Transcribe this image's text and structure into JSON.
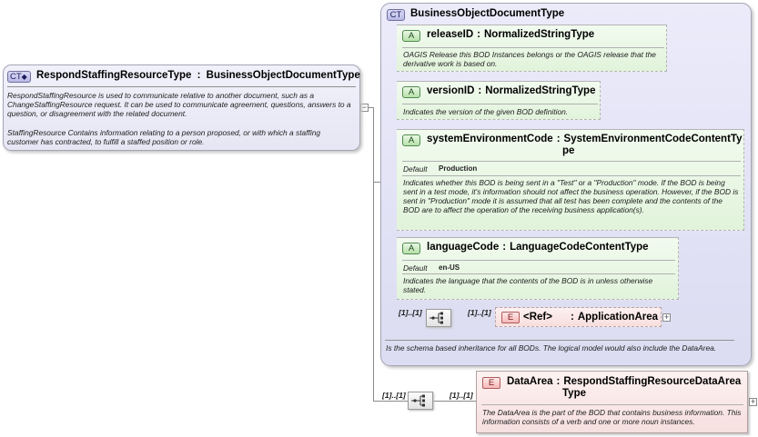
{
  "main_type": {
    "icon": "CT",
    "name": "RespondStaffingResourceType",
    "base": "BusinessObjectDocumentType",
    "doc1": "RespondStaffingResource is used to communicate relative to another document, such as a ChangeStaffingResource request. It can be used to communicate agreement, questions, answers to a question, or disagreement with the related document.",
    "doc2": "StaffingResource  Contains information relating to a person proposed, or with which a staffing customer has contracted, to fulfill a staffed position or role."
  },
  "base_type": {
    "icon": "CT",
    "name": "BusinessObjectDocumentType",
    "doc": "Is the schema based inheritance for all BODs. The logical model would also include the DataArea."
  },
  "attributes": [
    {
      "icon": "A",
      "name": "releaseID",
      "type": "NormalizedStringType",
      "doc": "OAGIS Release this BOD Instances belongs or the OAGIS release that the derivative work is based on."
    },
    {
      "icon": "A",
      "name": "versionID",
      "type": "NormalizedStringType",
      "doc": "Indicates the version of the given BOD definition."
    },
    {
      "icon": "A",
      "name": "systemEnvironmentCode",
      "type_line1": "SystemEnvironmentCodeContentTy",
      "type_line2": "pe",
      "default_label": "Default",
      "default_value": "Production",
      "doc": "Indicates whether this BOD is being sent in a \"Test\" or a \"Production\" mode. If the BOD is being sent in a test mode, it's information should not affect the business operation. However, if the BOD is sent in \"Production\" mode it is assumed that all test has been complete and the contents of the BOD are to affect the operation of the receiving business application(s)."
    },
    {
      "icon": "A",
      "name": "languageCode",
      "type": "LanguageCodeContentType",
      "default_label": "Default",
      "default_value": "en-US",
      "doc": "Indicates the language that the contents of the BOD is in unless otherwise stated."
    }
  ],
  "app_area": {
    "seq_occ": "[1]..[1]",
    "ref_occ": "[1]..[1]",
    "icon": "E",
    "ref_label": "<Ref>",
    "name": "ApplicationArea"
  },
  "data_area": {
    "seq_occ": "[1]..[1]",
    "el_occ": "[1]..[1]",
    "icon": "E",
    "name_line1": "DataArea",
    "type_line1": "RespondStaffingResourceDataArea",
    "type_line2": "Type",
    "doc": "The DataArea is the part of the BOD that contains business information. This information consists of a verb and one or more noun instances."
  },
  "colon": ":",
  "collapse_symbol": "−",
  "expand_symbol": "+"
}
